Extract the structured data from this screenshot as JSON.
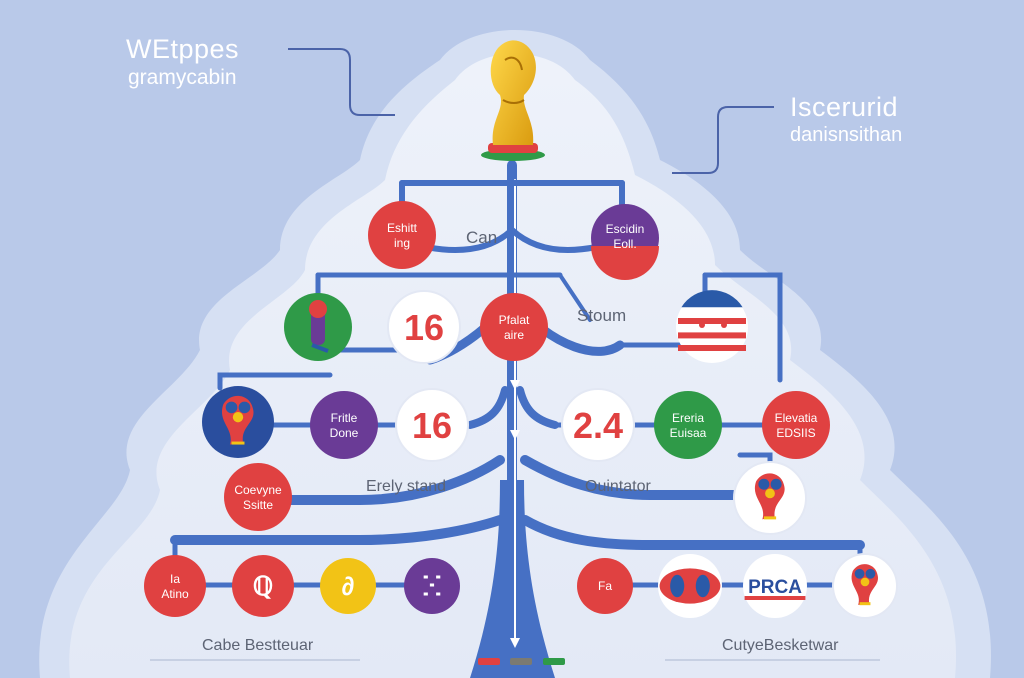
{
  "corner_labels": {
    "top_left_title": "WEtppes",
    "top_left_sub": "gramycabin",
    "top_right_title": "Iscerurid",
    "top_right_sub": "danisnsithan"
  },
  "inline_labels": {
    "can": "Can",
    "stoum": "Stoum",
    "early_stand": "Erely stand",
    "quintator": "Ouintator",
    "bottom_left": "Cabe Bestteuar",
    "bottom_right": "CutyeBesketwar"
  },
  "nodes": [
    {
      "id": "n-top-left",
      "kind": "text",
      "lines": [
        "Eshitt",
        "ing"
      ],
      "color": "#e04141"
    },
    {
      "id": "n-top-right",
      "kind": "split",
      "lines": [
        "Escidin",
        "Eoll."
      ],
      "color": "#6a3b96",
      "color2": "#e04141"
    },
    {
      "id": "n-green-mascot",
      "kind": "mascot-green",
      "color": "#2f9a48"
    },
    {
      "id": "n-16-a",
      "kind": "number",
      "value": "16"
    },
    {
      "id": "n-center",
      "kind": "text",
      "lines": [
        "Pfalat",
        "aire"
      ],
      "color": "#e04141"
    },
    {
      "id": "n-flag",
      "kind": "flag"
    },
    {
      "id": "n-logo-blue",
      "kind": "logo-blue"
    },
    {
      "id": "n-purple",
      "kind": "text",
      "lines": [
        "Fritle",
        "Done"
      ],
      "color": "#6a3b96"
    },
    {
      "id": "n-16-b",
      "kind": "number",
      "value": "16"
    },
    {
      "id": "n-24",
      "kind": "number",
      "value": "2.4"
    },
    {
      "id": "n-green",
      "kind": "text",
      "lines": [
        "Ereria",
        "Euisaa"
      ],
      "color": "#2f9a48"
    },
    {
      "id": "n-red-right",
      "kind": "text",
      "lines": [
        "Elevatia",
        "EDSIIS"
      ],
      "color": "#e04141"
    },
    {
      "id": "n-red-left",
      "kind": "text",
      "lines": [
        "Coevyne",
        "Ssitte"
      ],
      "color": "#e04141"
    },
    {
      "id": "n-logo-white",
      "kind": "logo-white"
    },
    {
      "id": "n-b1",
      "kind": "text",
      "lines": [
        "Ia",
        "Atino"
      ],
      "color": "#e04141"
    },
    {
      "id": "n-b2",
      "kind": "glyph",
      "glyph": "ℚ",
      "color": "#e04141"
    },
    {
      "id": "n-b3",
      "kind": "glyph",
      "glyph": "∂",
      "color": "#f2c316"
    },
    {
      "id": "n-b4",
      "kind": "glyph",
      "glyph": "ⵘ",
      "color": "#6a3b96"
    },
    {
      "id": "n-b5",
      "kind": "text",
      "lines": [
        "Fa"
      ],
      "color": "#e04141"
    },
    {
      "id": "n-b6",
      "kind": "logo-wide"
    },
    {
      "id": "n-b7",
      "kind": "prca",
      "value": "PRCA"
    },
    {
      "id": "n-b8",
      "kind": "logo-white"
    }
  ],
  "colors": {
    "background": "#b9c9e9",
    "tree": "#4670c4",
    "red": "#e04141",
    "purple": "#6a3b96",
    "green": "#2f9a48",
    "yellow": "#f2c316"
  },
  "icons": [
    "trophy-icon"
  ]
}
